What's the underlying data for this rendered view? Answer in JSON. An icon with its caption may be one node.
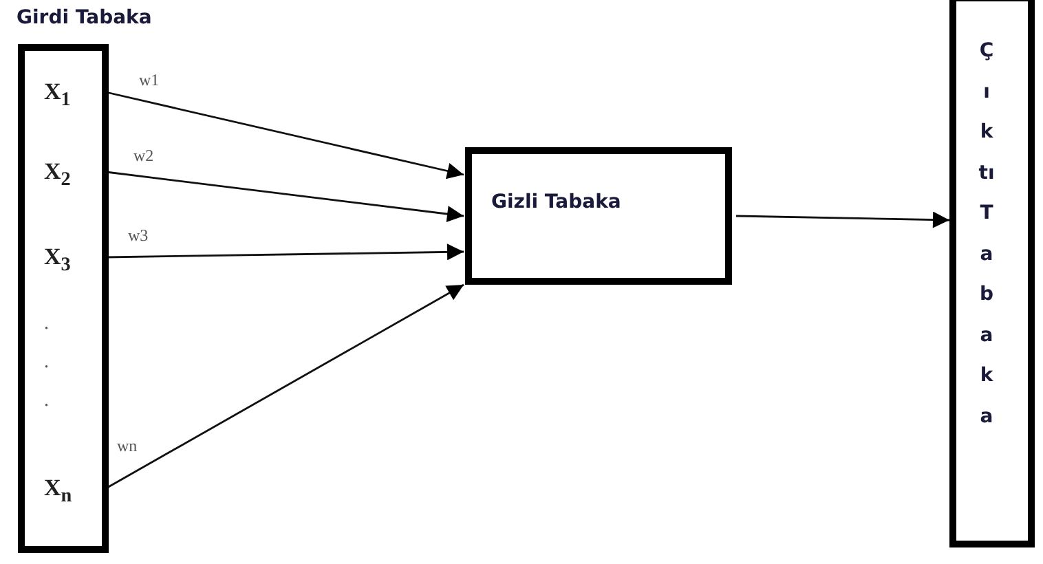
{
  "diagram": {
    "nodes": [
      {
        "text": [
          "Girdi Tabaka"
        ]
      },
      {
        "text": [
          "X$_{1}$"
        ],
        "in": 0
      },
      {
        "text": [
          "X$_{2}$"
        ],
        "in": 0
      },
      {
        "text": [
          "X$_{3}$"
        ],
        "in": 0
      },
      {
        "text": [
          "X$_{n}$"
        ],
        "in": 0
      },
      {
        "text": [
          "Gizli Tabaka"
        ]
      },
      {
        "text": [
          "Çıktı Tabaka"
        ]
      }
    ],
    "edges": [
      {
        "from": 1,
        "to": 5,
        "arrow": "to",
        "label": "w1"
      },
      {
        "from": 2,
        "to": 5,
        "arrow": "to",
        "label": "w2"
      },
      {
        "from": 3,
        "to": 5,
        "arrow": "to",
        "label": "w3"
      },
      {
        "from": 4,
        "to": 5,
        "arrow": "to",
        "label": "wn"
      },
      {
        "from": 5,
        "to": 6,
        "arrow": "to"
      }
    ],
    "labels": [
      ".",
      ".",
      "."
    ]
  }
}
